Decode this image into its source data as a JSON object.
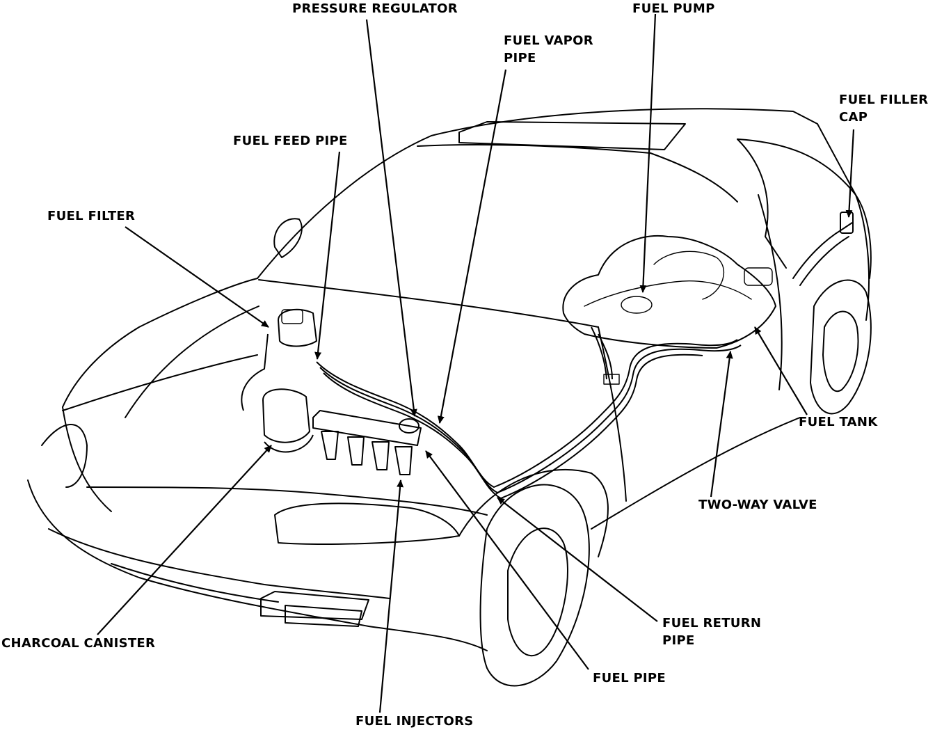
{
  "labels": {
    "pressure_regulator": "PRESSURE REGULATOR",
    "fuel_pump": "FUEL PUMP",
    "fuel_vapor_pipe_line1": "FUEL VAPOR",
    "fuel_vapor_pipe_line2": "PIPE",
    "fuel_filler_cap_line1": "FUEL FILLER",
    "fuel_filler_cap_line2": "CAP",
    "fuel_feed_pipe": "FUEL FEED PIPE",
    "fuel_filter": "FUEL FILTER",
    "fuel_tank": "FUEL TANK",
    "two_way_valve": "TWO-WAY VALVE",
    "charcoal_canister": "CHARCOAL CANISTER",
    "fuel_return_pipe_line1": "FUEL RETURN",
    "fuel_return_pipe_line2": "PIPE",
    "fuel_pipe": "FUEL PIPE",
    "fuel_injectors": "FUEL INJECTORS"
  },
  "colors": {
    "ink": "#000000",
    "paper": "#ffffff"
  }
}
